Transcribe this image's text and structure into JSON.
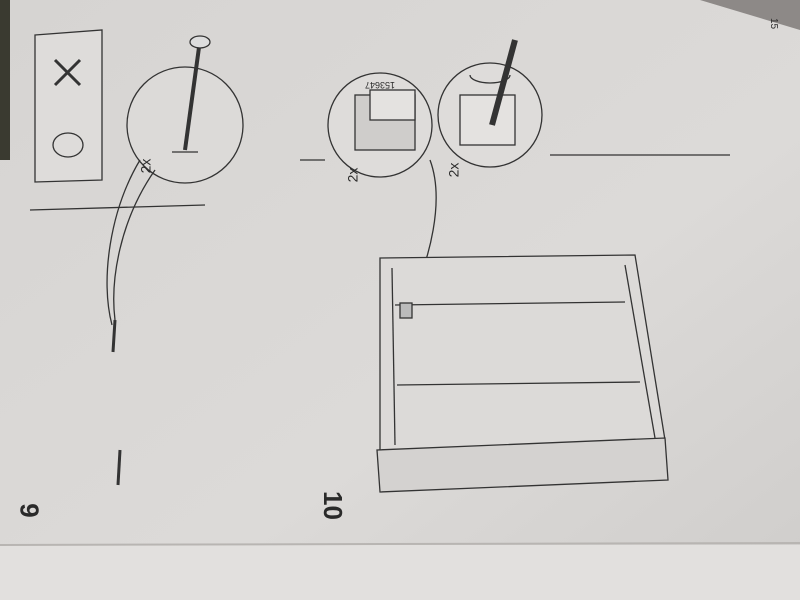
{
  "page": {
    "number": "15"
  },
  "steps": [
    {
      "number": "9",
      "quantity": "2x"
    },
    {
      "number": "10",
      "quantities": [
        "2x",
        "2x"
      ],
      "part_number": "153647"
    }
  ],
  "colors": {
    "paper": "#d9d7d5",
    "ink": "#2a2a2a"
  }
}
